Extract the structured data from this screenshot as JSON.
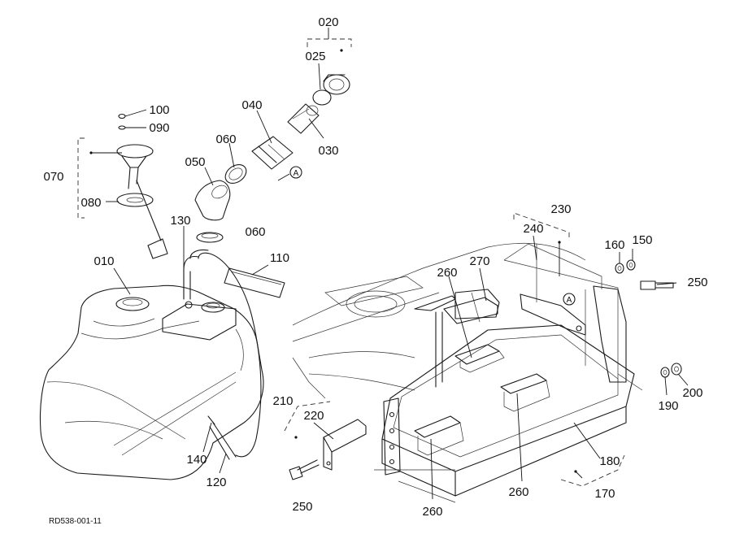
{
  "labels": {
    "l020": "020",
    "l025": "025",
    "l030": "030",
    "l040": "040",
    "l060a": "060",
    "l050": "050",
    "l100": "100",
    "l090": "090",
    "l070": "070",
    "l080": "080",
    "l130": "130",
    "l060b": "060",
    "l010": "010",
    "l110": "110",
    "l260a": "260",
    "l270": "270",
    "l240": "240",
    "l230": "230",
    "l160": "160",
    "l150": "150",
    "l250a": "250",
    "l190": "190",
    "l200": "200",
    "l210": "210",
    "l220": "220",
    "l140": "140",
    "l120": "120",
    "l250b": "250",
    "l180": "180",
    "l260b": "260",
    "l260c": "260",
    "l170": "170"
  },
  "markers": {
    "a1": "A",
    "a2": "A"
  },
  "diagram_code": "RD538-001-11"
}
